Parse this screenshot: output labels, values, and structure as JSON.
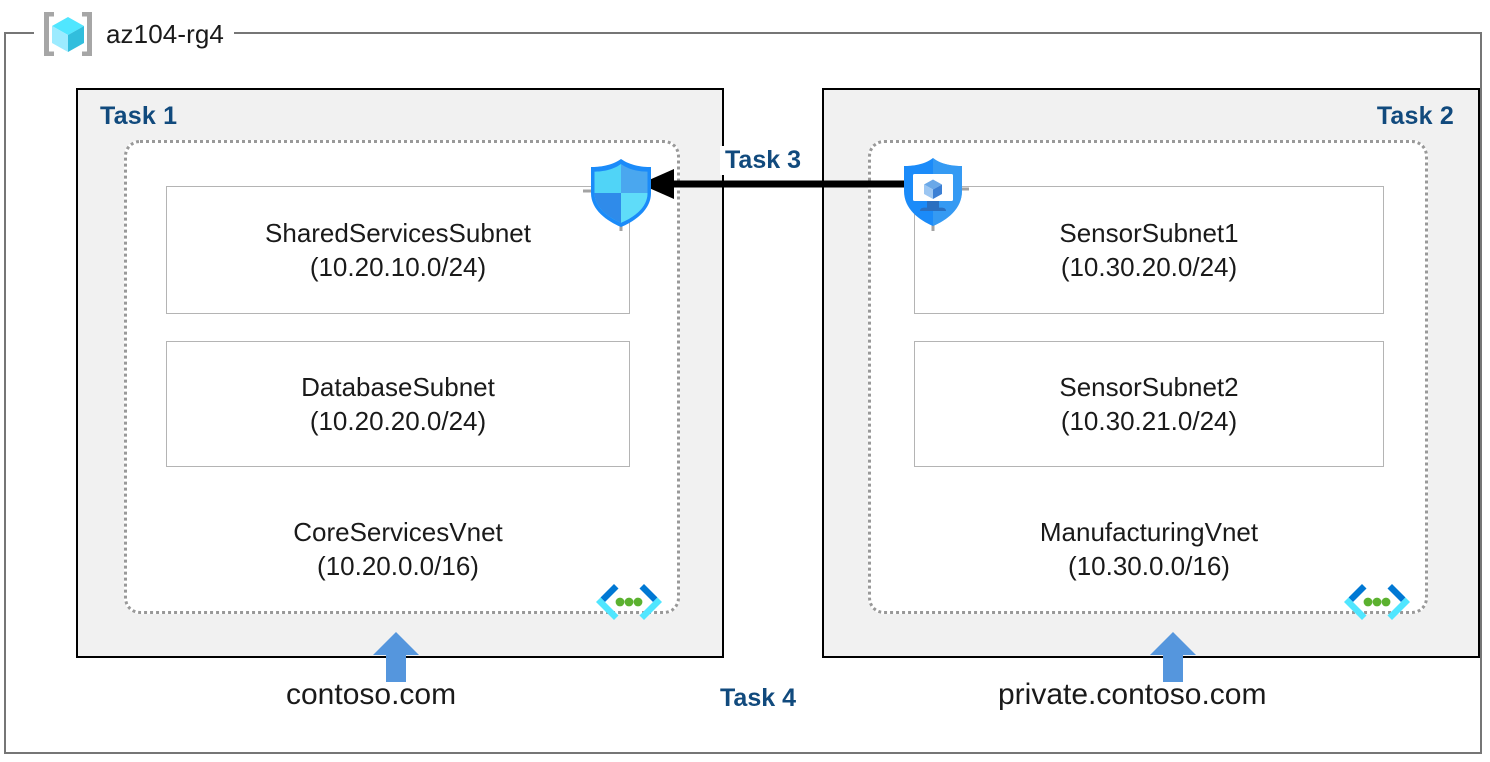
{
  "resource_group": {
    "name": "az104-rg4",
    "icon": "resource-group-cube-icon"
  },
  "panels": [
    {
      "id": "task1",
      "label": "Task 1",
      "label_align": "left",
      "vnet": {
        "name": "CoreServicesVnet",
        "cidr": "(10.20.0.0/16)",
        "icon": "virtual-network-icon"
      },
      "subnets": [
        {
          "name": "SharedServicesSubnet",
          "cidr": "(10.20.10.0/24)"
        },
        {
          "name": "DatabaseSubnet",
          "cidr": "(10.20.20.0/24)"
        }
      ],
      "dns": {
        "label": "contoso.com",
        "arrow": "up-arrow-icon"
      }
    },
    {
      "id": "task2",
      "label": "Task 2",
      "label_align": "right",
      "vnet": {
        "name": "ManufacturingVnet",
        "cidr": "(10.30.0.0/16)",
        "icon": "virtual-network-icon"
      },
      "subnets": [
        {
          "name": "SensorSubnet1",
          "cidr": "(10.30.20.0/24)"
        },
        {
          "name": "SensorSubnet2",
          "cidr": "(10.30.21.0/24)"
        }
      ],
      "dns": {
        "label": "private.contoso.com",
        "arrow": "up-arrow-icon"
      }
    }
  ],
  "icons": {
    "nsg_shield": "network-security-group-shield-icon",
    "vm_shield": "virtual-machine-shield-icon"
  },
  "connections": {
    "task3": {
      "label": "Task 3",
      "direction": "right-to-left",
      "arrow": "left-arrow-icon"
    }
  },
  "task4": {
    "label": "Task 4"
  },
  "colors": {
    "task_label": "#114a7d",
    "panel_fill": "#f1f1f1",
    "panel_border": "#000000",
    "vnet_border": "#999999",
    "subnet_border": "#b4b4b4",
    "dns_arrow": "#5596dd",
    "rg_border": "#767676",
    "text": "#1a1a1a"
  }
}
